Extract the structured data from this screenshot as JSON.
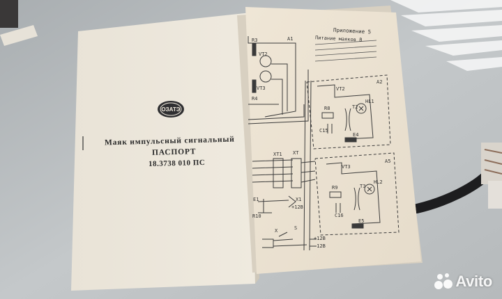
{
  "cover": {
    "logo_text": "ОЗАТЭ",
    "title": "Маяк импульсный сигнальный",
    "subtitle": "ПАСПОРТ",
    "code": "18.3738 010 ПС"
  },
  "schematic": {
    "appendix": "Приложение 5",
    "supply_header": "Питание маяков В",
    "labels": {
      "a1": "А1",
      "a2": "А2",
      "a5": "А5",
      "vt2": "VT2",
      "vt3": "VT3",
      "vt2b": "VT2",
      "vt3b": "VT3",
      "r3": "R3",
      "r4": "R4",
      "r8": "R8",
      "r9": "R9",
      "c15": "C15",
      "c16": "C16",
      "t2": "T2",
      "t3": "T3",
      "e4": "E4",
      "e5": "E5",
      "hl1": "HL1",
      "hl2": "HL2",
      "xt1": "XT1",
      "xt": "XT",
      "e1": "E1",
      "x1": "X1",
      "plus12a": "+12В",
      "r10": "R10",
      "x": "X",
      "s": "S",
      "plus12b": "+12В",
      "minus12": "-12В"
    }
  },
  "watermark": {
    "brand": "Avito"
  }
}
